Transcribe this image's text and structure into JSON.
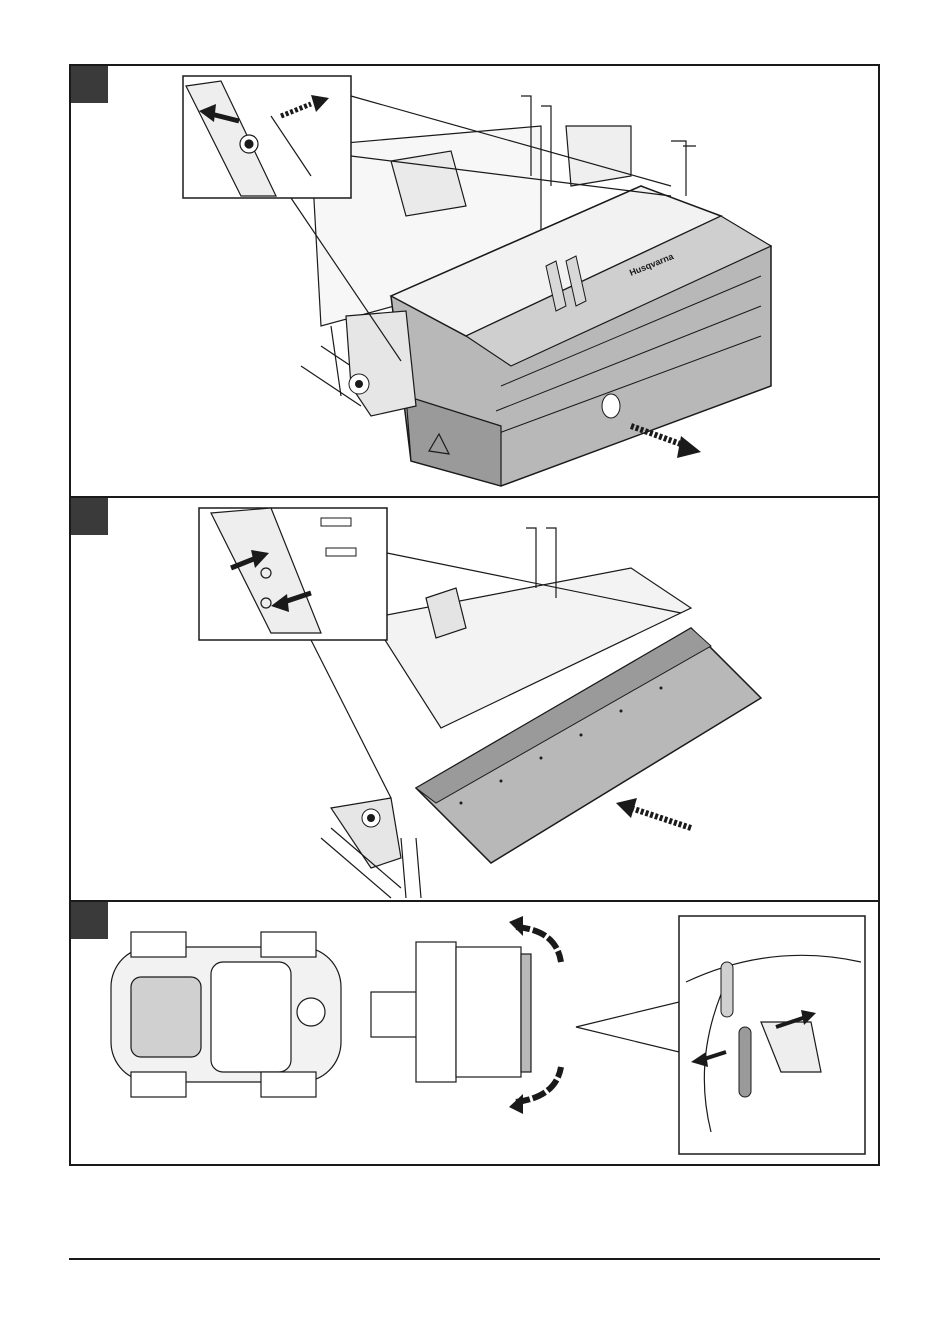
{
  "brand": {
    "logo_text": "Husqvarna"
  },
  "colors": {
    "line": "#1a1a1a",
    "panel_fill": "#b8b8b8",
    "panel_dark": "#8c8c8c",
    "light": "#f2f2f2",
    "marker": "#3a3a3a"
  },
  "figures": [
    {
      "id": "step-remove-pins",
      "icons": [
        "pin-icon",
        "arrow-out-icon",
        "arrow-pull-icon"
      ]
    },
    {
      "id": "step-mount-deflector",
      "icons": [
        "bolt-icon",
        "arrow-in-icon",
        "arrow-push-icon"
      ]
    },
    {
      "id": "step-swivel",
      "icons": [
        "rotate-arrow-icon",
        "lever-icon",
        "tractor-icon"
      ]
    }
  ]
}
